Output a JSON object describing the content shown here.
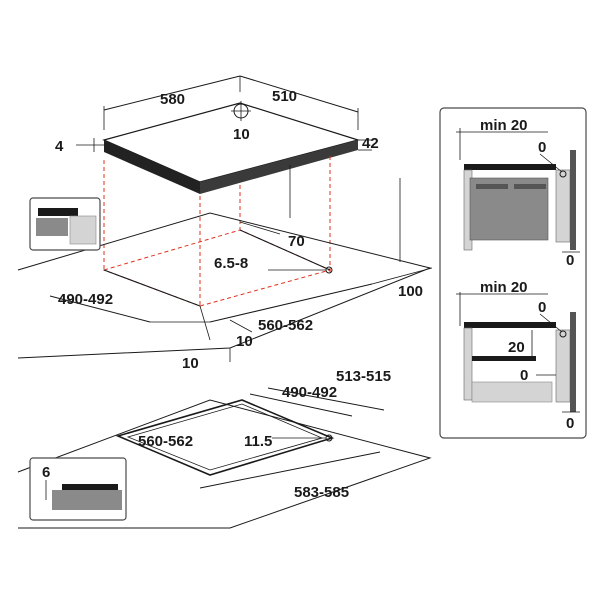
{
  "hob_view": {
    "width": "580",
    "depth": "510",
    "center_offset": "10",
    "glass_thickness": "4",
    "total_height": "42"
  },
  "cutout_view": {
    "rear_clearance": "70",
    "corner_radius": "6.5-8",
    "cutout_depth": "490-492",
    "cutout_width": "560-562",
    "side_clearance": "100",
    "front_clearance": "10",
    "front_edge": "10"
  },
  "flush_view": {
    "outer_depth": "513-515",
    "cutout_depth": "490-492",
    "cutout_width": "560-562",
    "corner_radius": "11.5",
    "outer_width": "583-585",
    "recess_depth": "6"
  },
  "side_panel_top": {
    "wall_clearance": "min 20",
    "gap_top": "0",
    "gap_bottom": "0"
  },
  "side_panel_bottom": {
    "wall_clearance": "min 20",
    "gap_top": "0",
    "shelf_gap": "20",
    "shelf_offset": "0",
    "gap_bottom": "0"
  },
  "colors": {
    "line": "#1a1a1a",
    "cut_guide": "#e0301e",
    "cabinet_grey": "#8a8a8a",
    "light_grey": "#d4d4d4"
  }
}
